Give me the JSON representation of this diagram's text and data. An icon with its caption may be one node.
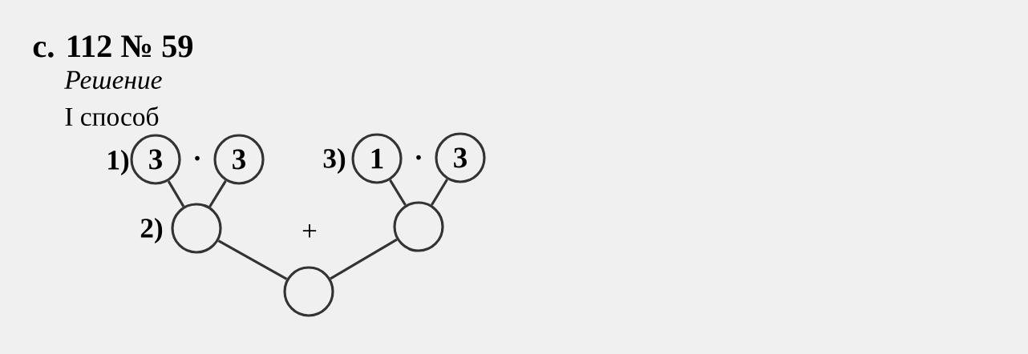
{
  "diagram": {
    "title": "с. 112 № 59",
    "nodes": [
      {
        "text": [
          "3"
        ]
      },
      {
        "text": [
          "3"
        ]
      },
      {
        "text": [
          "1"
        ]
      },
      {
        "text": [
          "3"
        ]
      },
      {
        "text": [],
        "shape": "circle"
      },
      {
        "text": [],
        "shape": "circle"
      },
      {
        "text": [],
        "shape": "circle"
      }
    ],
    "edges": [
      {
        "from": 0,
        "to": 4,
        "arrow": "none"
      },
      {
        "from": 1,
        "to": 4,
        "arrow": "none"
      },
      {
        "from": 2,
        "to": 5,
        "arrow": "none"
      },
      {
        "from": 3,
        "to": 5,
        "arrow": "none"
      },
      {
        "from": 4,
        "to": 6,
        "arrow": "none"
      },
      {
        "from": 5,
        "to": 6,
        "arrow": "none"
      }
    ],
    "labels": [
      "Решение",
      "I способ",
      "1)",
      "·",
      "3)",
      "·",
      "2)",
      "+"
    ]
  }
}
